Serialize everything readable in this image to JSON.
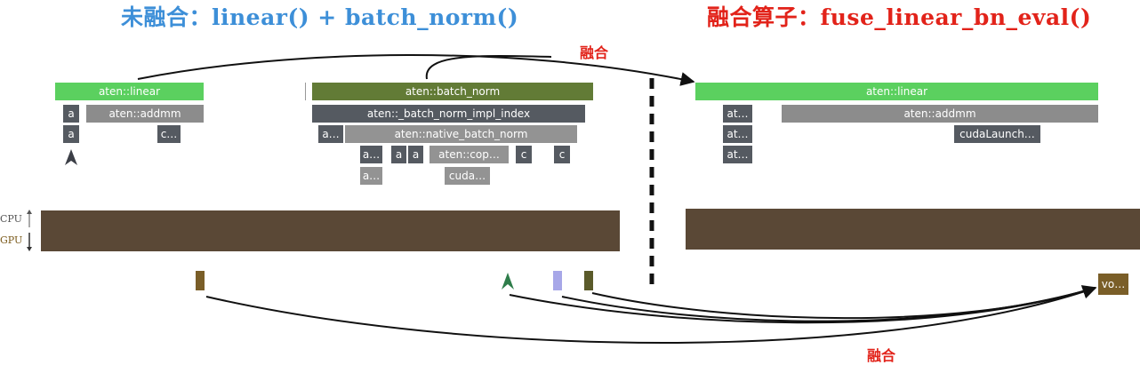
{
  "titles": {
    "left": "未融合：linear() + batch_norm()",
    "right": "融合算子：fuse_linear_bn_eval()"
  },
  "fuse_labels": {
    "top": "融合",
    "bottom": "融合"
  },
  "colors": {
    "left_title": "#3d8fd8",
    "right_title": "#e2231a",
    "linear_block": "#5bd05f",
    "batch_norm_block": "#627b36",
    "track": "#5a4836"
  },
  "side_labels": {
    "cpu": "CPU",
    "gpu": "GPU"
  },
  "left_trace": {
    "linear": "aten::linear",
    "linear_a1": "a",
    "linear_a2": "a",
    "addmm": "aten::addmm",
    "addmm_child": "c…",
    "batch_norm": "aten::batch_norm",
    "batch_norm_impl": "aten::_batch_norm_impl_index",
    "native_prefix": "a…",
    "native_batch_norm": "aten::native_batch_norm",
    "native_c1": "a…",
    "native_c2": "a",
    "native_c3": "a",
    "native_c4": "aten::cop…",
    "native_c5": "c",
    "native_c6": "c",
    "native_g1": "a…",
    "native_g2": "cuda…"
  },
  "right_trace": {
    "linear": "aten::linear",
    "at1": "at…",
    "at2": "at…",
    "at3": "at…",
    "addmm": "aten::addmm",
    "cuda_launch": "cudaLaunch…"
  },
  "gpu_kernels": {
    "fused": "vo…"
  }
}
